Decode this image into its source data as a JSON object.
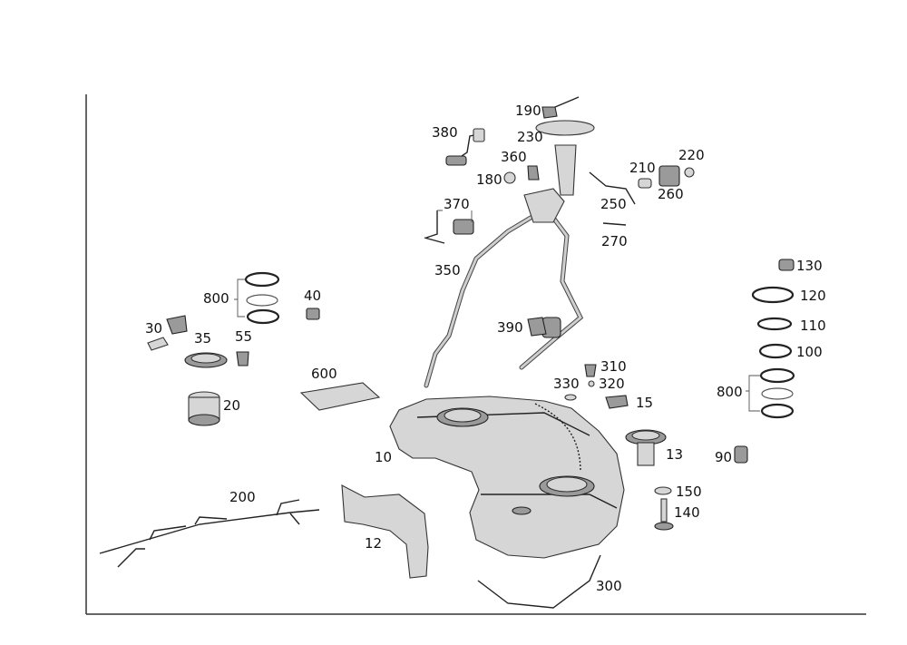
{
  "labels": {
    "p190": "190",
    "p230": "230",
    "p380": "380",
    "p360": "360",
    "p180": "180",
    "p210": "210",
    "p220": "220",
    "p260": "260",
    "p250": "250",
    "p270": "270",
    "p370": "370",
    "p350": "350",
    "p390": "390",
    "p800a": "800",
    "p40": "40",
    "p30": "30",
    "p35": "35",
    "p55": "55",
    "p20": "20",
    "p600": "600",
    "p310": "310",
    "p330": "330",
    "p320": "320",
    "p15": "15",
    "p10": "10",
    "p13": "13",
    "p90": "90",
    "p130": "130",
    "p120": "120",
    "p110": "110",
    "p100": "100",
    "p800b": "800",
    "p150": "150",
    "p140": "140",
    "p200": "200",
    "p12": "12",
    "p300": "300"
  },
  "colors": {
    "frame": "#333333",
    "part_fill": "#d6d6d6",
    "text": "#111111"
  }
}
